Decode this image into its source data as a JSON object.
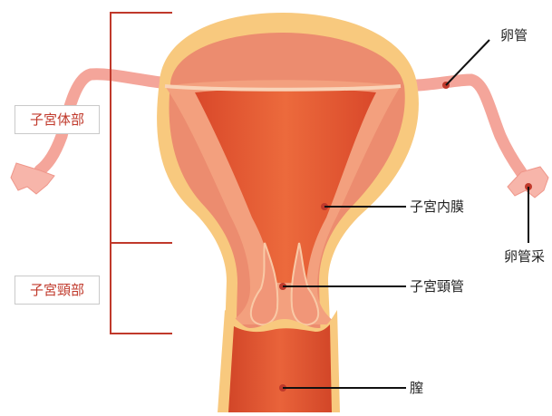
{
  "regions": {
    "uterine_body": "子宮体部",
    "cervix": "子宮頸部"
  },
  "labels": {
    "fallopian_tube": "卵管",
    "endometrium": "子宮内膜",
    "cervical_canal": "子宮頸管",
    "fimbriae": "卵管采",
    "vagina": "膣"
  },
  "colors": {
    "bracket": "#c0392b",
    "outer_layer": "#f7c67a",
    "muscle_layer": "#ec8c6f",
    "inner_lining": "#f3a07e",
    "cavity": "#d64b2a",
    "tube": "#f4a59a"
  }
}
